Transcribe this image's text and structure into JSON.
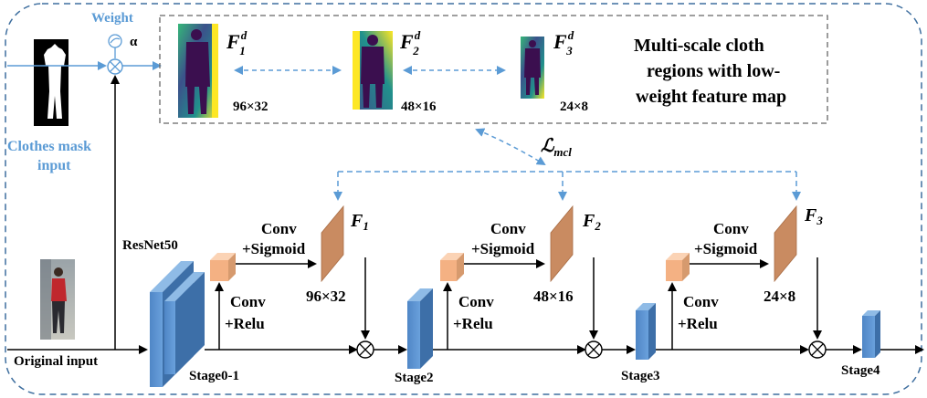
{
  "labels": {
    "weight": "Weight",
    "alpha": "α",
    "clothes_mask_line1": "Clothes mask",
    "clothes_mask_line2": "input",
    "original_input": "Original input",
    "resnet": "ResNet50",
    "stage01": "Stage0-1",
    "stage2": "Stage2",
    "stage3": "Stage3",
    "stage4": "Stage4",
    "conv": "Conv",
    "sigmoid": "+Sigmoid",
    "relu": "+Relu",
    "loss_main": "ℒ",
    "loss_sub": "mcl",
    "multiscale_line1": "Multi-scale cloth",
    "multiscale_line2": "regions with low-",
    "multiscale_line3": "weight feature map"
  },
  "fd_maps": [
    {
      "base": "F",
      "sub": "1",
      "sup": "d",
      "size": "96×32"
    },
    {
      "base": "F",
      "sub": "2",
      "sup": "d",
      "size": "48×16"
    },
    {
      "base": "F",
      "sub": "3",
      "sup": "d",
      "size": "24×8"
    }
  ],
  "f_maps": [
    {
      "base": "F",
      "sub": "1",
      "size": "96×32"
    },
    {
      "base": "F",
      "sub": "2",
      "size": "48×16"
    },
    {
      "base": "F",
      "sub": "3",
      "size": "24×8"
    }
  ],
  "colors": {
    "accent_blue": "#5b9bd5",
    "block_blue": "#5b8fd0",
    "conv_orange": "#f4b183",
    "feature_brown": "#c98b61",
    "dashed_blue": "#5b9bd5"
  }
}
